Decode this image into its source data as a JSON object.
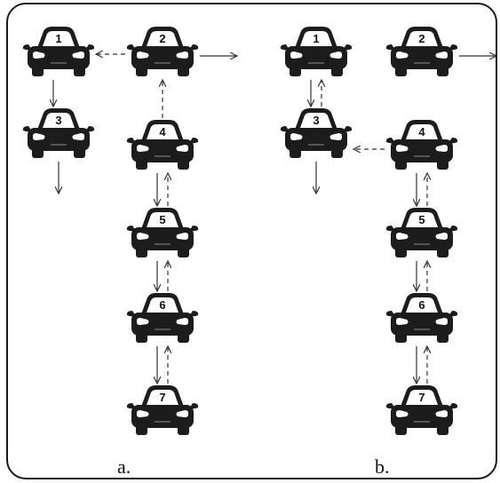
{
  "panels": [
    {
      "id": "a",
      "label": "a.",
      "cars": [
        {
          "num": "1"
        },
        {
          "num": "2"
        },
        {
          "num": "3"
        },
        {
          "num": "4"
        },
        {
          "num": "5"
        },
        {
          "num": "6"
        },
        {
          "num": "7"
        }
      ],
      "links": [
        {
          "from": "2",
          "to": "1",
          "style": "dashed",
          "kind": "relay"
        },
        {
          "from": "2",
          "to": "out-right",
          "style": "solid",
          "kind": "exit"
        },
        {
          "from": "1",
          "to": "3",
          "style": "solid",
          "kind": "forward"
        },
        {
          "from": "3",
          "to": "out-down",
          "style": "solid",
          "kind": "exit"
        },
        {
          "from": "4",
          "to": "2",
          "style": "dashed",
          "kind": "relay"
        },
        {
          "from": "4",
          "to": "5",
          "style": "solid",
          "kind": "forward"
        },
        {
          "from": "5",
          "to": "4",
          "style": "dashed",
          "kind": "relay"
        },
        {
          "from": "5",
          "to": "6",
          "style": "solid",
          "kind": "forward"
        },
        {
          "from": "6",
          "to": "5",
          "style": "dashed",
          "kind": "relay"
        },
        {
          "from": "6",
          "to": "7",
          "style": "solid",
          "kind": "forward"
        },
        {
          "from": "7",
          "to": "6",
          "style": "dashed",
          "kind": "relay"
        }
      ]
    },
    {
      "id": "b",
      "label": "b.",
      "cars": [
        {
          "num": "1"
        },
        {
          "num": "2"
        },
        {
          "num": "3"
        },
        {
          "num": "4"
        },
        {
          "num": "5"
        },
        {
          "num": "6"
        },
        {
          "num": "7"
        }
      ],
      "links": [
        {
          "from": "2",
          "to": "out-right",
          "style": "solid",
          "kind": "exit"
        },
        {
          "from": "1",
          "to": "3",
          "style": "solid",
          "kind": "forward"
        },
        {
          "from": "3",
          "to": "1",
          "style": "dashed",
          "kind": "relay"
        },
        {
          "from": "3",
          "to": "out-down",
          "style": "solid",
          "kind": "exit"
        },
        {
          "from": "4",
          "to": "3",
          "style": "dashed",
          "kind": "relay"
        },
        {
          "from": "4",
          "to": "5",
          "style": "solid",
          "kind": "forward"
        },
        {
          "from": "5",
          "to": "4",
          "style": "dashed",
          "kind": "relay"
        },
        {
          "from": "5",
          "to": "6",
          "style": "solid",
          "kind": "forward"
        },
        {
          "from": "6",
          "to": "5",
          "style": "dashed",
          "kind": "relay"
        },
        {
          "from": "6",
          "to": "7",
          "style": "solid",
          "kind": "forward"
        },
        {
          "from": "7",
          "to": "6",
          "style": "dashed",
          "kind": "relay"
        }
      ]
    }
  ],
  "colors": {
    "car": "#1c1c1c",
    "window": "#ffffff",
    "arrow": "#333333",
    "frame": "#1a1a1a"
  }
}
